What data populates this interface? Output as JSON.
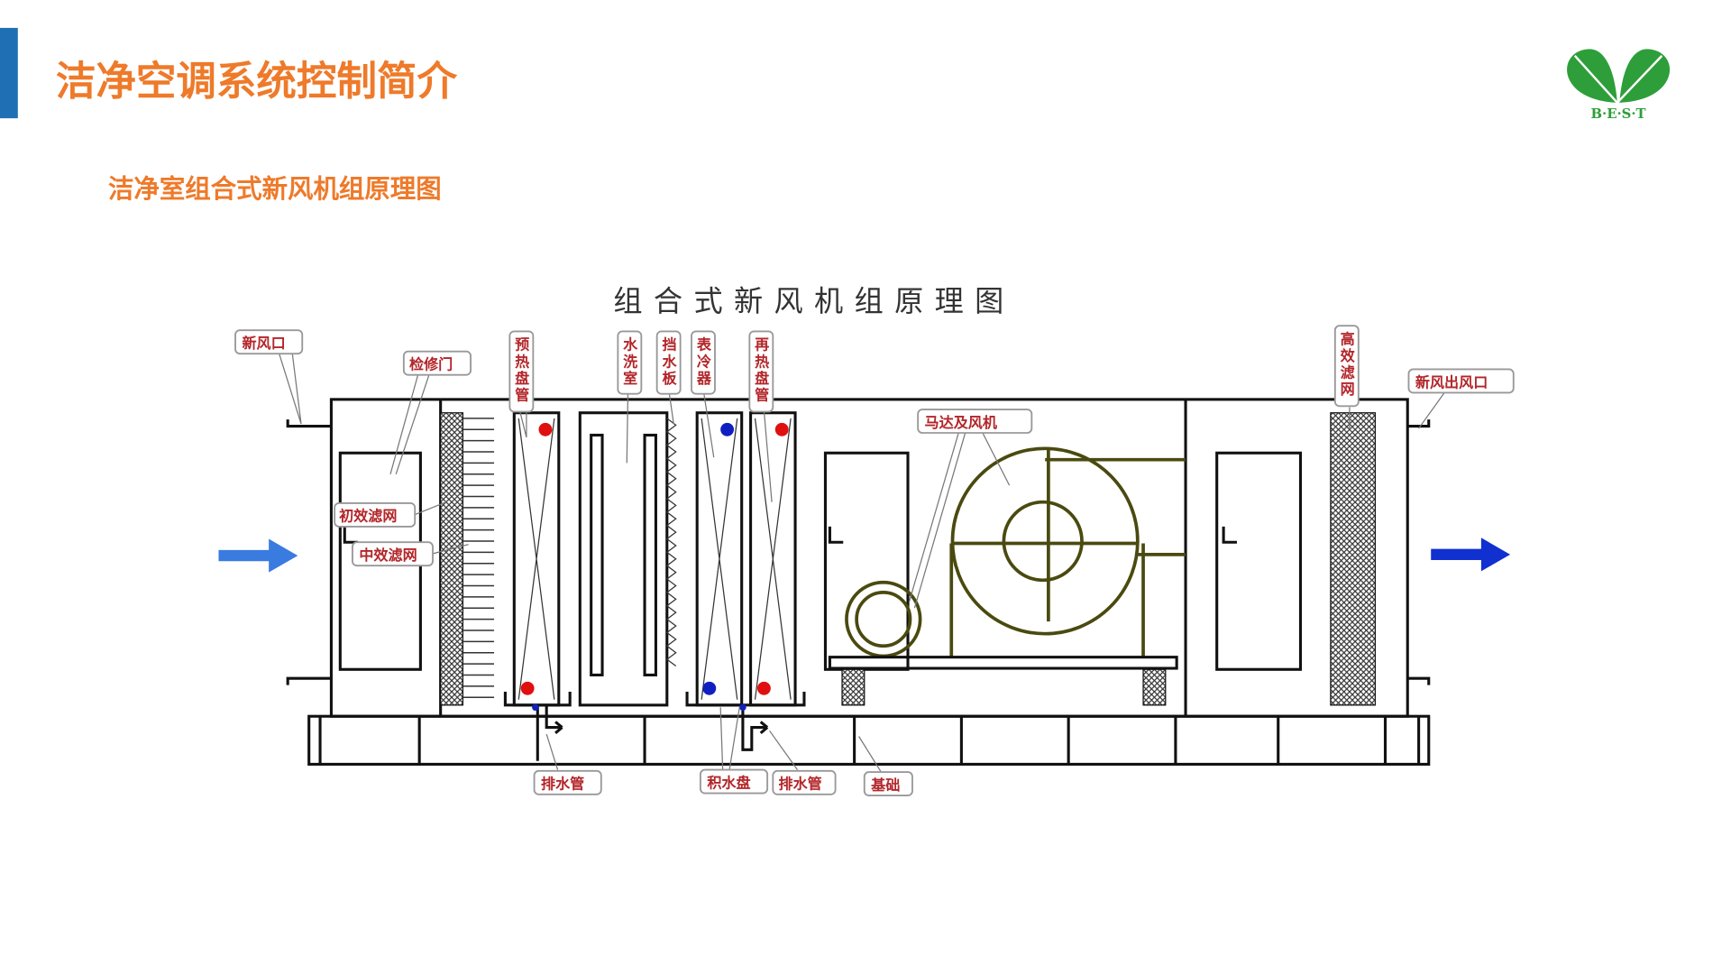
{
  "header": {
    "title": "洁净空调系统控制简介",
    "subtitle": "洁净室组合式新风机组原理图"
  },
  "logo": {
    "text": "B·E·S·T",
    "color": "#2E9E3A"
  },
  "colors": {
    "accent": "#EE7A2A",
    "bar": "#1F6FB4",
    "arrow_in": "#3A7BE0",
    "arrow_out": "#1030D0",
    "hot": "#E01010",
    "cold": "#1020C0"
  },
  "diagram": {
    "title": "组合式新风机组原理图",
    "labels": {
      "fresh_air_inlet": "新风口",
      "access_door": "检修门",
      "preheat_coil": "预热盘管",
      "water_wash": "水洗室",
      "eliminator": "挡水板",
      "surface_cooler": "表冷器",
      "reheat_coil": "再热盘管",
      "motor_fan": "马达及风机",
      "hepa_filter": "高效滤网",
      "fresh_air_outlet": "新风出风口",
      "primary_filter": "初效滤网",
      "medium_filter": "中效滤网",
      "drain_pipe_1": "排水管",
      "drip_pan": "积水盘",
      "drain_pipe_2": "排水管",
      "foundation": "基础"
    }
  }
}
